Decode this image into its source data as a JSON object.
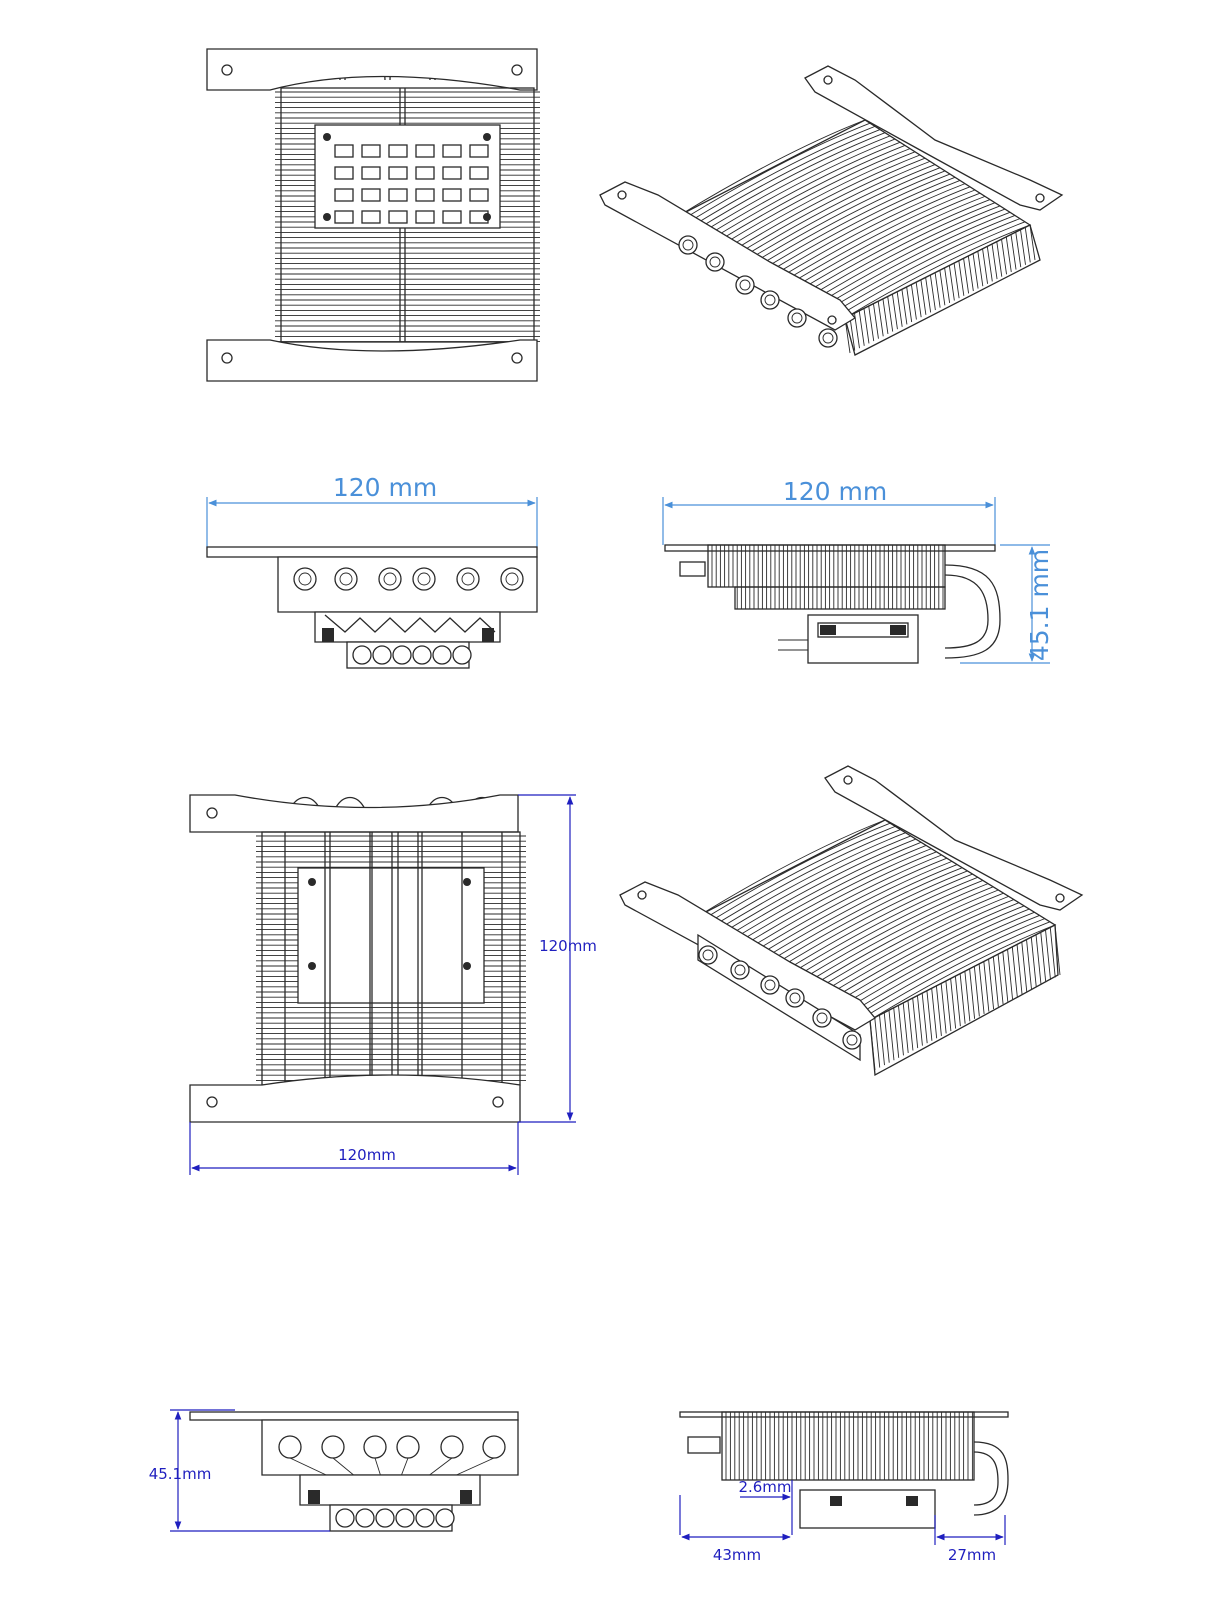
{
  "colors": {
    "dim_light": "#4a90d9",
    "dim_dark": "#1f1fbf",
    "line": "#2a2a2a"
  },
  "view2_side_a": {
    "width_label": "120 mm"
  },
  "view2_side_b": {
    "width_label": "120 mm",
    "height_label": "45.1 mm"
  },
  "view3_top": {
    "height_label": "120mm",
    "width_label": "120mm"
  },
  "view4_front": {
    "height_label": "45.1mm"
  },
  "view4_side": {
    "clearance_label": "2.6mm",
    "left_label": "43mm",
    "right_label": "27mm"
  }
}
